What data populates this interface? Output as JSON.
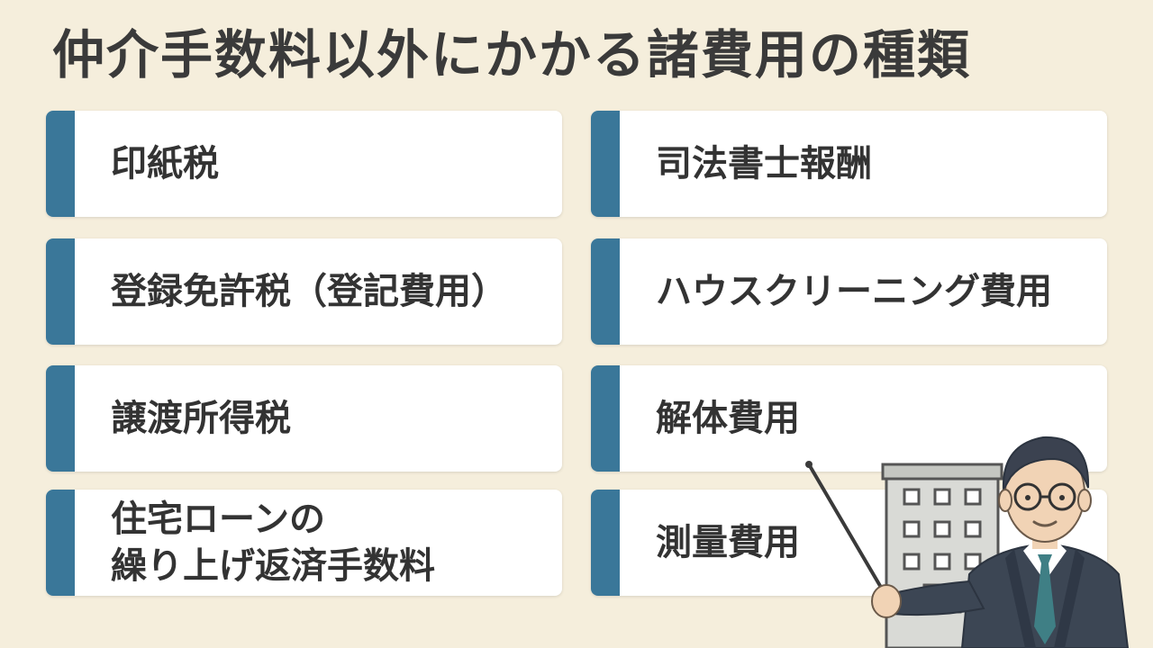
{
  "title": "仲介手数料以外にかかる諸費用の種類",
  "items": [
    {
      "label": "印紙税"
    },
    {
      "label": "司法書士報酬"
    },
    {
      "label": "登録免許税（登記費用）"
    },
    {
      "label": "ハウスクリーニング費用"
    },
    {
      "label": "譲渡所得税"
    },
    {
      "label": "解体費用"
    },
    {
      "label": "住宅ローンの\n繰り上げ返済手数料"
    },
    {
      "label": "測量費用"
    }
  ],
  "colors": {
    "background": "#f5eedc",
    "accent_bar": "#3a7799",
    "card": "#ffffff",
    "text": "#333333"
  },
  "illustration": {
    "icons": [
      "building-icon",
      "pointer-stick-icon",
      "businessman-icon"
    ]
  }
}
